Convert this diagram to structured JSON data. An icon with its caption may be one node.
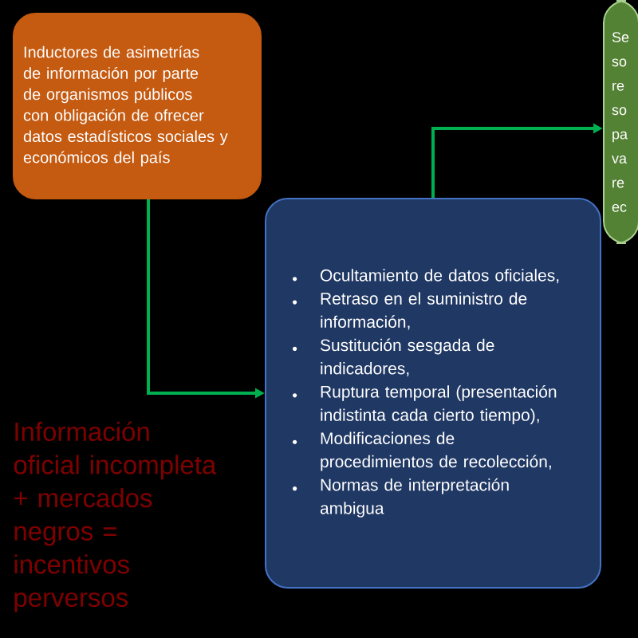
{
  "diagram": {
    "nodes": [
      {
        "text": [
          "Inductores de asimetrías de información por parte de organismos públicos con obligación de ofrecer datos estadísticos sociales y económicos del país"
        ]
      },
      {
        "text": [
          "Ocultamiento de datos oficiales,",
          "Retraso en el suministro de información,",
          "Sustitución sesgada de indicadores,",
          "Ruptura temporal (presentación indistinta cada cierto tiempo),",
          "Modificaciones de procedimientos de recolección,",
          "Normas de interpretación ambigua"
        ]
      },
      {
        "text": [
          "Se so re so pa va re ec"
        ]
      }
    ],
    "edges": [
      {
        "from": 0,
        "to": 1,
        "arrow": "to"
      },
      {
        "from": 1,
        "to": 2,
        "arrow": "to"
      }
    ],
    "labels": [
      "Información oficial incompleta + mercados negros = incentivos perversos"
    ]
  }
}
